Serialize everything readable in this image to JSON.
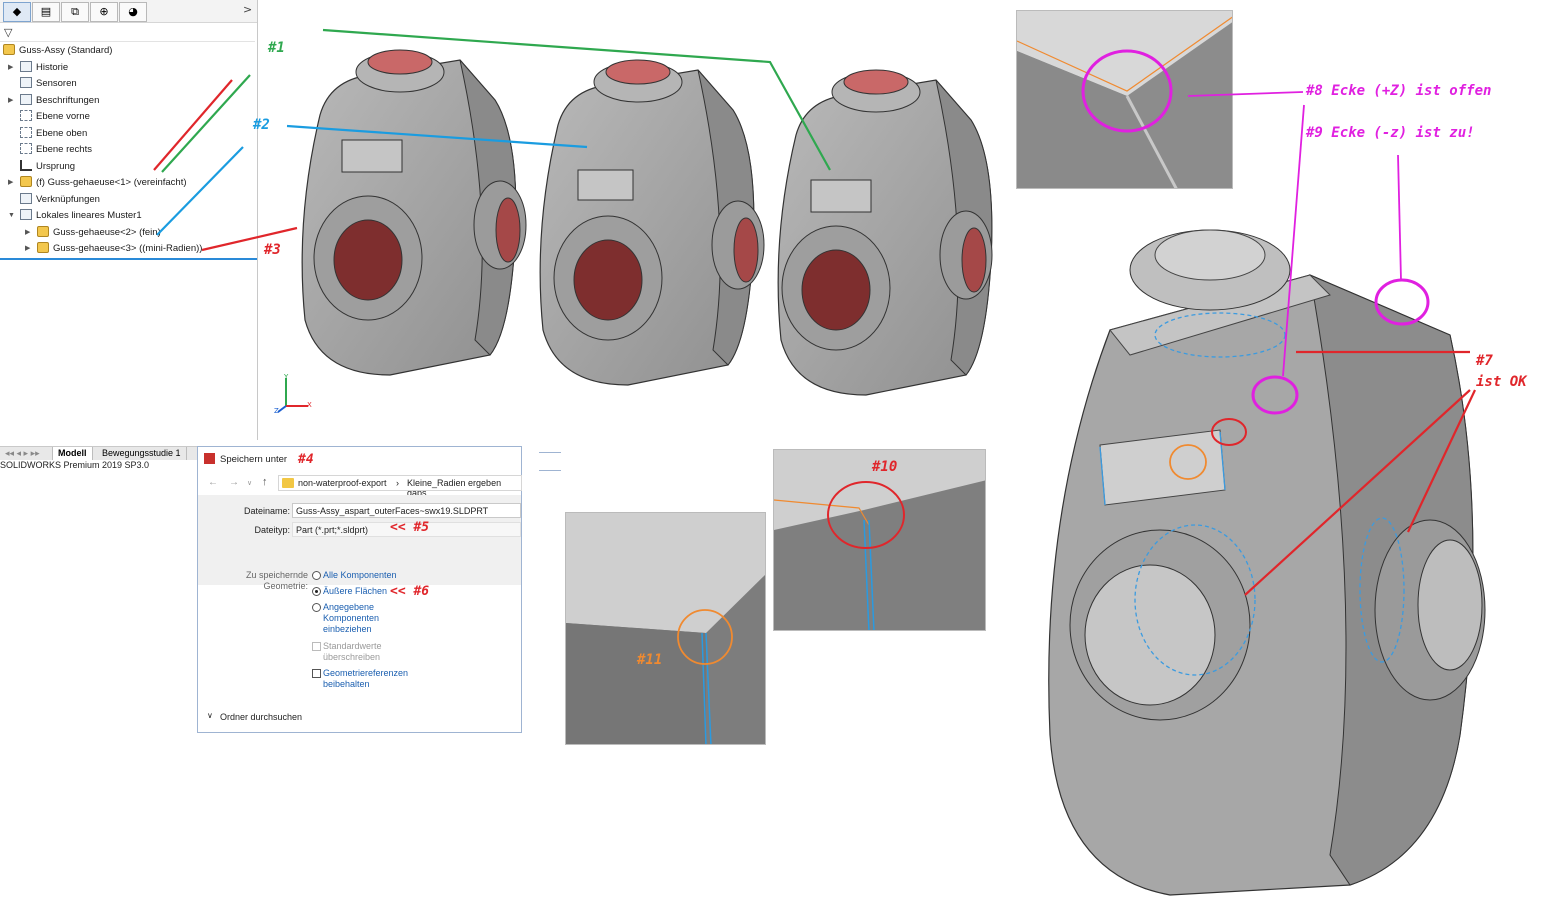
{
  "tree": {
    "toolbar_expand": ">",
    "filter_icon": "filter-icon",
    "items": [
      {
        "label": "Guss-Assy  (Standard)",
        "icon": "assembly-icon"
      },
      {
        "label": "Historie",
        "icon": "history-icon"
      },
      {
        "label": "Sensoren",
        "icon": "sensor-icon"
      },
      {
        "label": "Beschriftungen",
        "icon": "annotation-icon"
      },
      {
        "label": "Ebene vorne",
        "icon": "plane-icon"
      },
      {
        "label": "Ebene oben",
        "icon": "plane-icon"
      },
      {
        "label": "Ebene rechts",
        "icon": "plane-icon"
      },
      {
        "label": "Ursprung",
        "icon": "origin-icon"
      },
      {
        "label": "(f) Guss-gehaeuse<1> (vereinfacht)",
        "icon": "part-icon"
      },
      {
        "label": "Verknüpfungen",
        "icon": "mates-icon"
      },
      {
        "label": "Lokales lineares Muster1",
        "icon": "pattern-icon"
      },
      {
        "label": "Guss-gehaeuse<2> (fein)",
        "icon": "part-icon"
      },
      {
        "label": "Guss-gehaeuse<3> ((mini-Radien))",
        "icon": "part-icon"
      }
    ]
  },
  "status": {
    "tab_model": "Modell",
    "tab_motion": "Bewegungsstudie 1",
    "version": "SOLIDWORKS Premium 2019 SP3.0"
  },
  "triad": {
    "x": "X",
    "y": "Y",
    "z": "Z"
  },
  "dialog": {
    "title": "Speichern unter",
    "path": [
      "non-waterproof-export",
      "Kleine_Radien ergeben gaps"
    ],
    "filename_label": "Dateiname:",
    "filename_value": "Guss-Assy_aspart_outerFaces~swx19.SLDPRT",
    "filetype_label": "Dateityp:",
    "filetype_value": "Part (*.prt;*.sldprt)",
    "geometry_label_1": "Zu speichernde",
    "geometry_label_2": "Geometrie:",
    "opt_all": "Alle Komponenten",
    "opt_outer": "Äußere Flächen",
    "opt_specified_1": "Angegebene",
    "opt_specified_2": "Komponenten",
    "opt_specified_3": "einbeziehen",
    "chk_defaults_1": "Standardwerte",
    "chk_defaults_2": "überschreiben",
    "chk_georef_1": "Geometriereferenzen",
    "chk_georef_2": "beibehalten",
    "browse": "Ordner durchsuchen"
  },
  "annotations": {
    "a1": "#1",
    "a2": "#2",
    "a3": "#3",
    "a4": "#4",
    "a5": "<<  #5",
    "a6": "<<  #6",
    "a7a": "#7",
    "a7b": "ist OK",
    "a8": "#8 Ecke (+Z) ist offen",
    "a9": "#9 Ecke (-z) ist  zu!",
    "a10": "#10",
    "a11": "#11"
  },
  "colors": {
    "green": "#2fa84f",
    "blue": "#1a9ce0",
    "red": "#e0262b",
    "magenta": "#e020e0",
    "orange": "#f08a30",
    "part_gray": "#a9a9a9"
  }
}
